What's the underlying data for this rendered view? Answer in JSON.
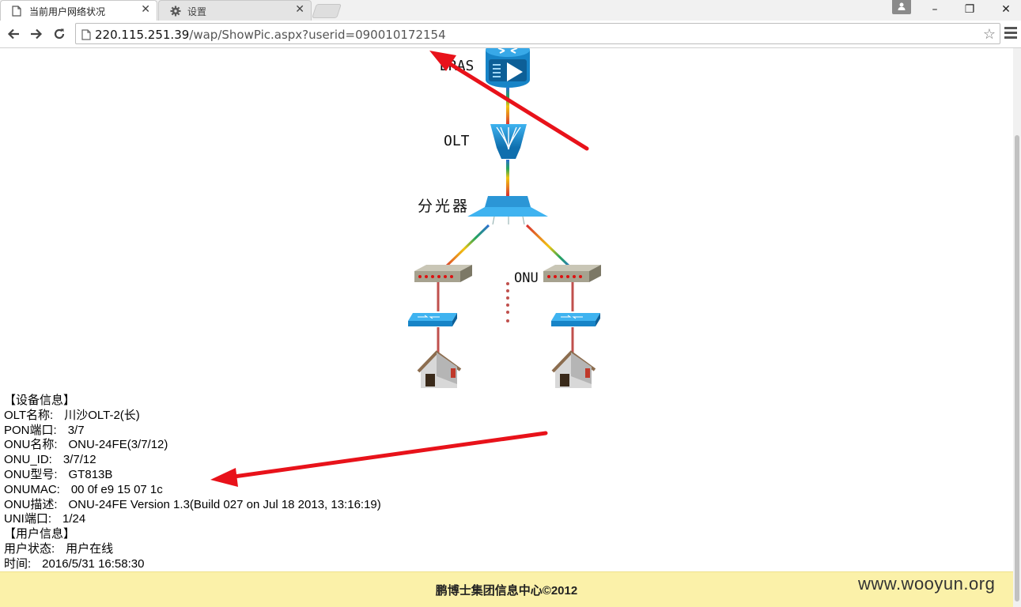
{
  "tabs": [
    {
      "title": "当前用户网络状况",
      "icon": "page-icon",
      "active": true
    },
    {
      "title": "设置",
      "icon": "gear-icon",
      "active": false
    }
  ],
  "window_controls": {
    "minimize": "–",
    "restore": "❐",
    "close": "✕"
  },
  "address_bar": {
    "host": "220.115.251.39",
    "path": "/wap/ShowPic.aspx?userid=090010172154"
  },
  "diagram": {
    "labels": {
      "bras": "BRAS",
      "olt": "OLT",
      "splitter": "分光器",
      "onu": "ONU"
    }
  },
  "device_info": {
    "header": "【设备信息】",
    "rows": [
      {
        "label": "OLT名称:",
        "value": "川沙OLT-2(长)"
      },
      {
        "label": "PON端口:",
        "value": "3/7"
      },
      {
        "label": "ONU名称:",
        "value": "ONU-24FE(3/7/12)"
      },
      {
        "label": "ONU_ID:",
        "value": "3/7/12"
      },
      {
        "label": "ONU型号:",
        "value": "GT813B"
      },
      {
        "label": "ONUMAC:",
        "value": "00 0f e9 15 07 1c"
      },
      {
        "label": "ONU描述:",
        "value": "ONU-24FE Version 1.3(Build 027 on Jul 18 2013, 13:16:19)"
      },
      {
        "label": "UNI端口:",
        "value": "1/24"
      }
    ]
  },
  "user_info": {
    "header": "【用户信息】",
    "rows": [
      {
        "label": "用户状态:",
        "value": "用户在线"
      },
      {
        "label": "时间:",
        "value": "2016/5/31 16:58:30"
      }
    ]
  },
  "footer": {
    "copyright": "鹏博士集团信息中心©2012"
  },
  "watermark": "www.wooyun.org",
  "colors": {
    "annotation_arrow": "#e8121a",
    "footer_bg": "#fbf1a9",
    "device_blue": "#1a8ccd"
  }
}
